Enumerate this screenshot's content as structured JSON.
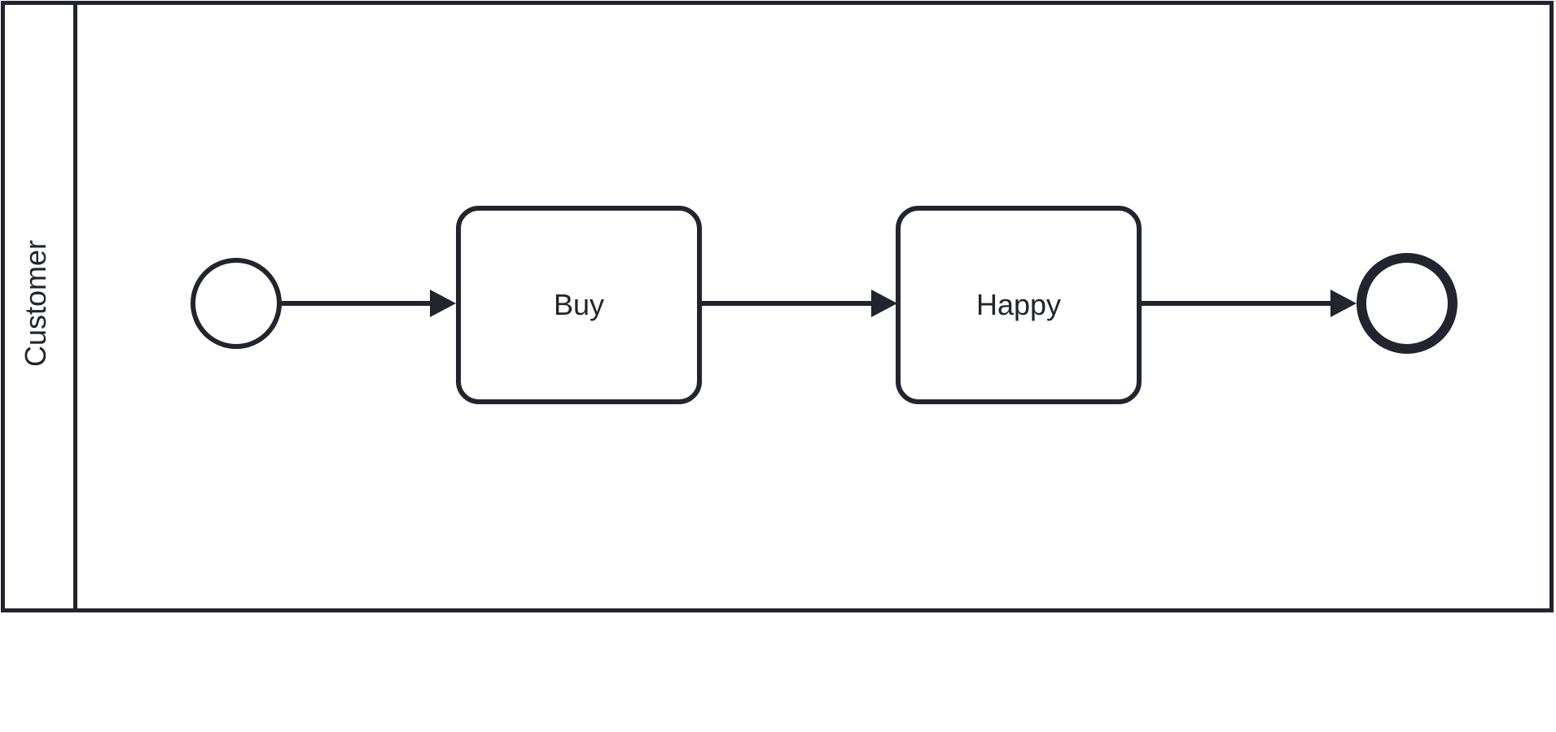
{
  "diagram": {
    "type": "bpmn-process",
    "pool": {
      "label": "Customer"
    },
    "nodes": [
      {
        "id": "start",
        "type": "start-event",
        "label": ""
      },
      {
        "id": "buy",
        "type": "task",
        "label": "Buy"
      },
      {
        "id": "happy",
        "type": "task",
        "label": "Happy"
      },
      {
        "id": "end",
        "type": "end-event",
        "label": ""
      }
    ],
    "flows": [
      {
        "from": "start",
        "to": "buy"
      },
      {
        "from": "buy",
        "to": "happy"
      },
      {
        "from": "happy",
        "to": "end"
      }
    ]
  },
  "colors": {
    "stroke": "#22242e",
    "fill": "#ffffff"
  }
}
